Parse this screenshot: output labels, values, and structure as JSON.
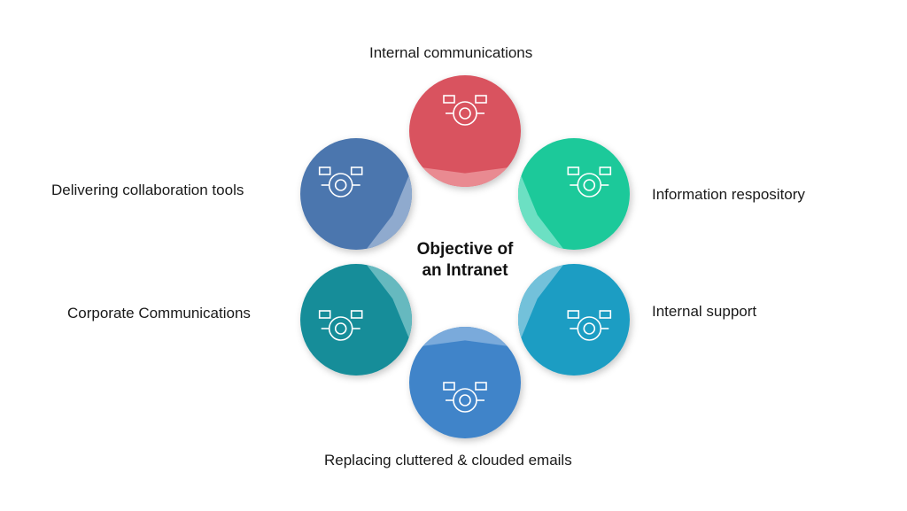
{
  "title": "Objective of an Intranet",
  "title_lines": [
    "Objective of",
    "an Intranet"
  ],
  "segments": [
    {
      "id": "internal-communications",
      "label": "Internal communications",
      "icon": "globe-chat-location-icon",
      "color": "#D9535F",
      "light": "#E98A91",
      "position": "top"
    },
    {
      "id": "information-repository",
      "label": "Information respository",
      "icon": "network-folder-icon",
      "color": "#1CC99A",
      "light": "#6CE0C3",
      "position": "upper-right"
    },
    {
      "id": "internal-support",
      "label": "Internal support",
      "icon": "support-agent-phone-icon",
      "color": "#1A9DC3",
      "light": "#73C1DA",
      "position": "lower-right"
    },
    {
      "id": "replacing-emails",
      "label": "Replacing cluttered & clouded emails",
      "icon": "cloud-email-icon",
      "color": "#3F84C9",
      "light": "#7AAADB",
      "position": "bottom"
    },
    {
      "id": "corporate-communications",
      "label": "Corporate Communications",
      "icon": "team-gears-icon",
      "color": "#148D99",
      "light": "#66B9BF",
      "position": "lower-left"
    },
    {
      "id": "collaboration-tools",
      "label": "Delivering collaboration tools",
      "icon": "gear-network-icon",
      "color": "#4B76AE",
      "light": "#8FAACE",
      "position": "upper-left"
    }
  ]
}
